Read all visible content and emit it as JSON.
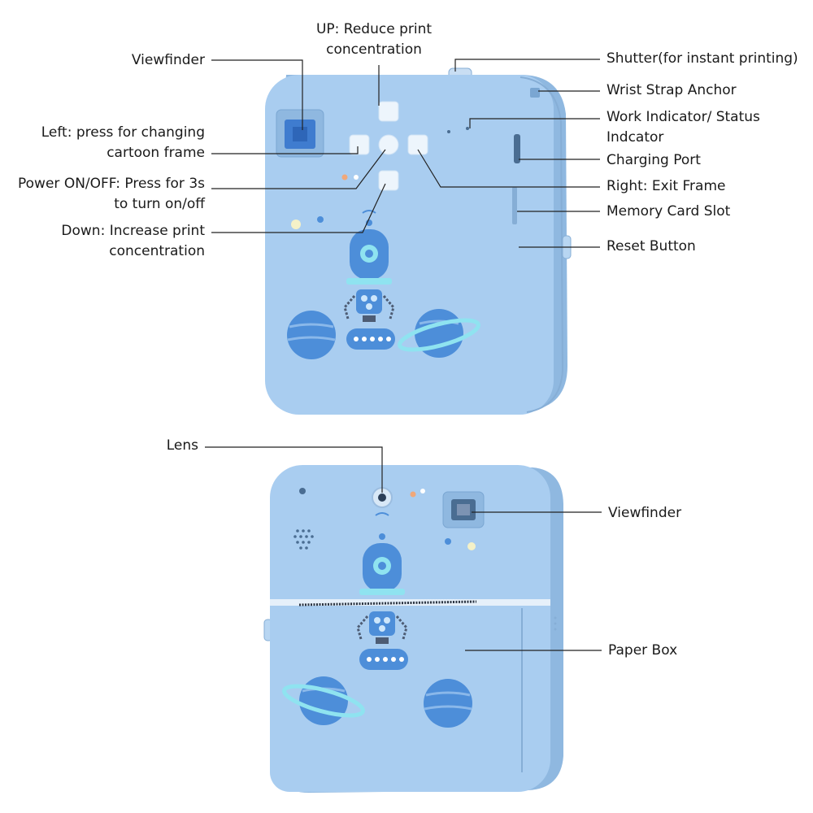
{
  "colors": {
    "body": "#a9cdf0",
    "body_shadow": "#8fb8e0",
    "outline": "#86aed6",
    "button": "#edf5fc",
    "accent_blue": "#4d8ed9",
    "accent_cyan": "#8fe3f0",
    "leader_line": "#222222"
  },
  "top_view": {
    "labels": {
      "viewfinder": "Viewfinder",
      "up_line1": "UP: Reduce print",
      "up_line2": "concentration",
      "shutter": "Shutter(for instant printing)",
      "wrist_strap": "Wrist Strap Anchor",
      "work_indicator_line1": "Work Indicator/ Status",
      "work_indicator_line2": "Indcator",
      "charging_port": "Charging Port",
      "left_line1": "Left: press for changing",
      "left_line2": "cartoon frame",
      "power_line1": "Power ON/OFF: Press for 3s",
      "power_line2": "to turn on/off",
      "right_exit": "Right: Exit Frame",
      "memory_card": "Memory Card Slot",
      "down_line1": "Down: Increase print",
      "down_line2": "concentration",
      "reset": "Reset Button"
    }
  },
  "bottom_view": {
    "labels": {
      "lens": "Lens",
      "viewfinder": "Viewfinder",
      "paper_box": "Paper Box"
    }
  }
}
